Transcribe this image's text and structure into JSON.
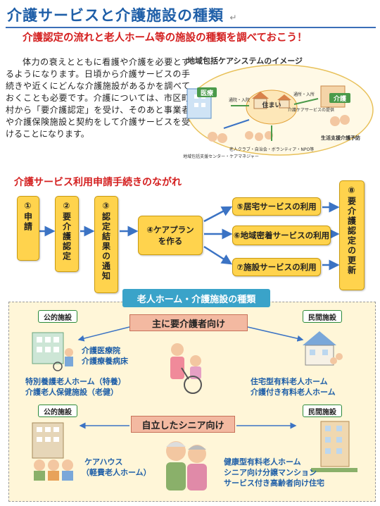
{
  "page": {
    "title": "介護サービスと介護施設の種類",
    "subtitle": "介護認定の流れと老人ホーム等の施設の種類を調べておこう！",
    "intro": "体力の衰えとともに看護や介護を必要とするようになります。日頃から介護サービスの手続きや近くにどんな介護施設があるかを調べておくことも必要です。介護については、市区町村から「要介護認定」を受け、そのあと事業者や介護保険施設と契約をして介護サービスを受けることになります。",
    "paragraph_mark": "↵"
  },
  "care_diagram": {
    "caption": "地域包括ケアシステムのイメージ",
    "nodes": [
      "医療",
      "介護",
      "住まい",
      "生活支援介護予防"
    ],
    "center_sub": "介護ケアサービスの提供",
    "labels": [
      "通院・入院",
      "通所・入所",
      "老人クラブ・自治会・ボランティア・NPO等",
      "地域包括支援センター・ケアマネジャー"
    ]
  },
  "flow": {
    "title": "介護サービス利用申請手続きのながれ",
    "steps": {
      "s1": "①申請",
      "s2": "②要介護認定",
      "s3": "③認定結果の通知",
      "s4": "④ケアプランを作る",
      "s5": "⑤居宅サービスの利用",
      "s6": "⑥地域密着サービスの利用",
      "s7": "⑦施設サービスの利用",
      "s8": "⑧要介護認定の更新"
    }
  },
  "facilities": {
    "title": "老人ホーム・介護施設の種類",
    "category_care": "主に要介護者向け",
    "category_independent": "自立したシニア向け",
    "badge_public": "公的施設",
    "badge_private": "民間施設",
    "care_public": [
      "介護医療院",
      "介護療養病床",
      "特別養護老人ホーム（特養）",
      "介護老人保健施設（老健）"
    ],
    "care_private": [
      "住宅型有料老人ホーム",
      "介護付き有料老人ホーム"
    ],
    "indep_public": [
      "ケアハウス",
      "（軽費老人ホーム）"
    ],
    "indep_private": [
      "健康型有料老人ホーム",
      "シニア向け分譲マンション",
      "サービス付き高齢者向け住宅"
    ]
  },
  "colors": {
    "title_blue": "#1f5fa8",
    "accent_red": "#d41f1f",
    "step_yellow": "#ffd34d",
    "arrow_blue": "#3b73c4",
    "panel_bg": "#fff6d8",
    "title_bar": "#3aa3c9",
    "category_bg": "#f3b9a1"
  }
}
